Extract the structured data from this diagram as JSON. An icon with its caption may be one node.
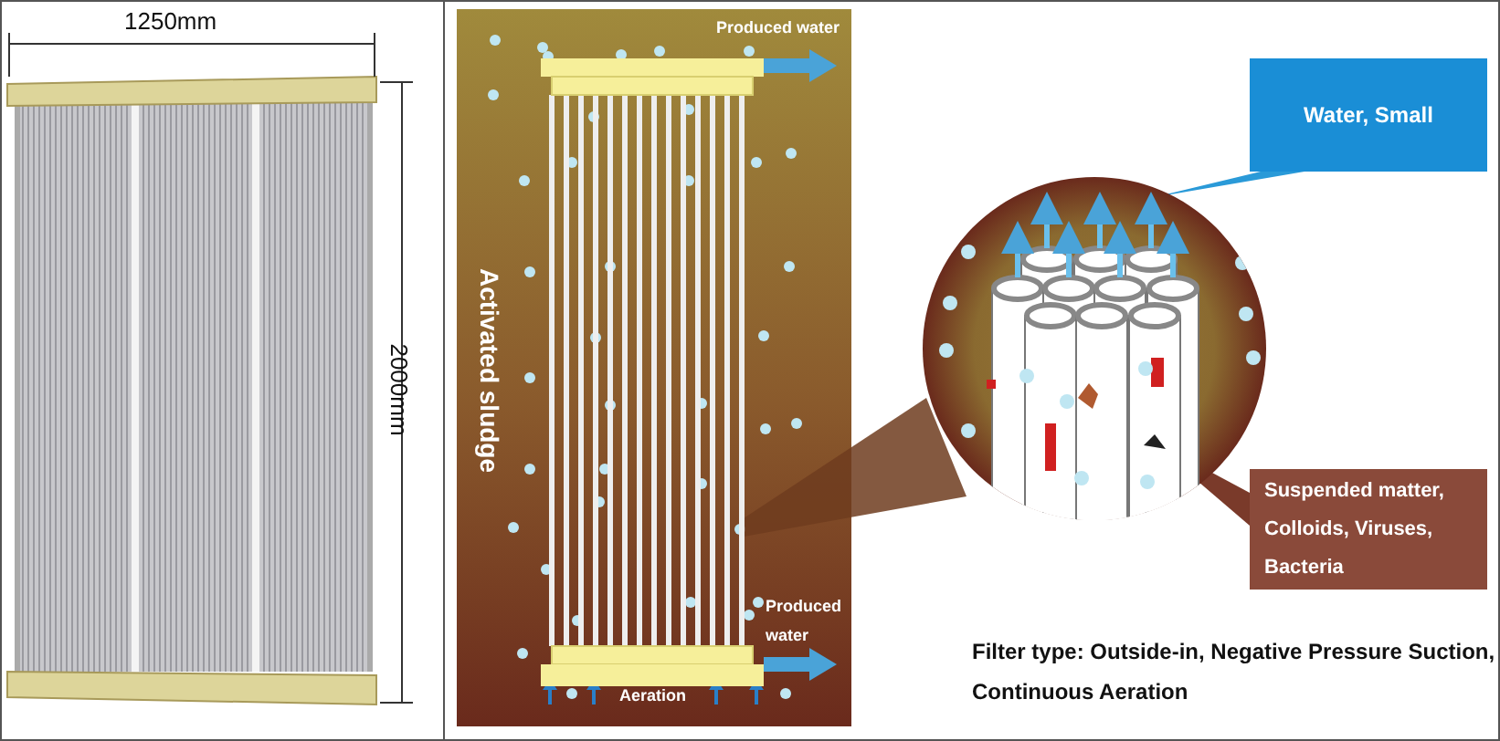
{
  "diagram": {
    "nodes": [
      {
        "text": [
          "Water, Small"
        ]
      },
      {
        "text": [
          "Suspended matter, Colloids, Viruses, Bacteria"
        ]
      },
      {
        "text": [],
        "shape": "circle"
      },
      {
        "text": [],
        "shape": "picture"
      }
    ],
    "edges": [
      {
        "from": 0,
        "to": 2,
        "arrow": "none"
      },
      {
        "from": 1,
        "to": 2,
        "arrow": "none"
      },
      {
        "from": 3,
        "to": 2,
        "arrow": "none"
      }
    ],
    "labels": [
      "1250mm",
      "2000mm",
      "Produced water",
      "Produced water",
      "Activated sludge",
      "Aeration",
      "Filter type: Outside-in, Negative Pressure Suction, Continuous Aeration"
    ]
  }
}
